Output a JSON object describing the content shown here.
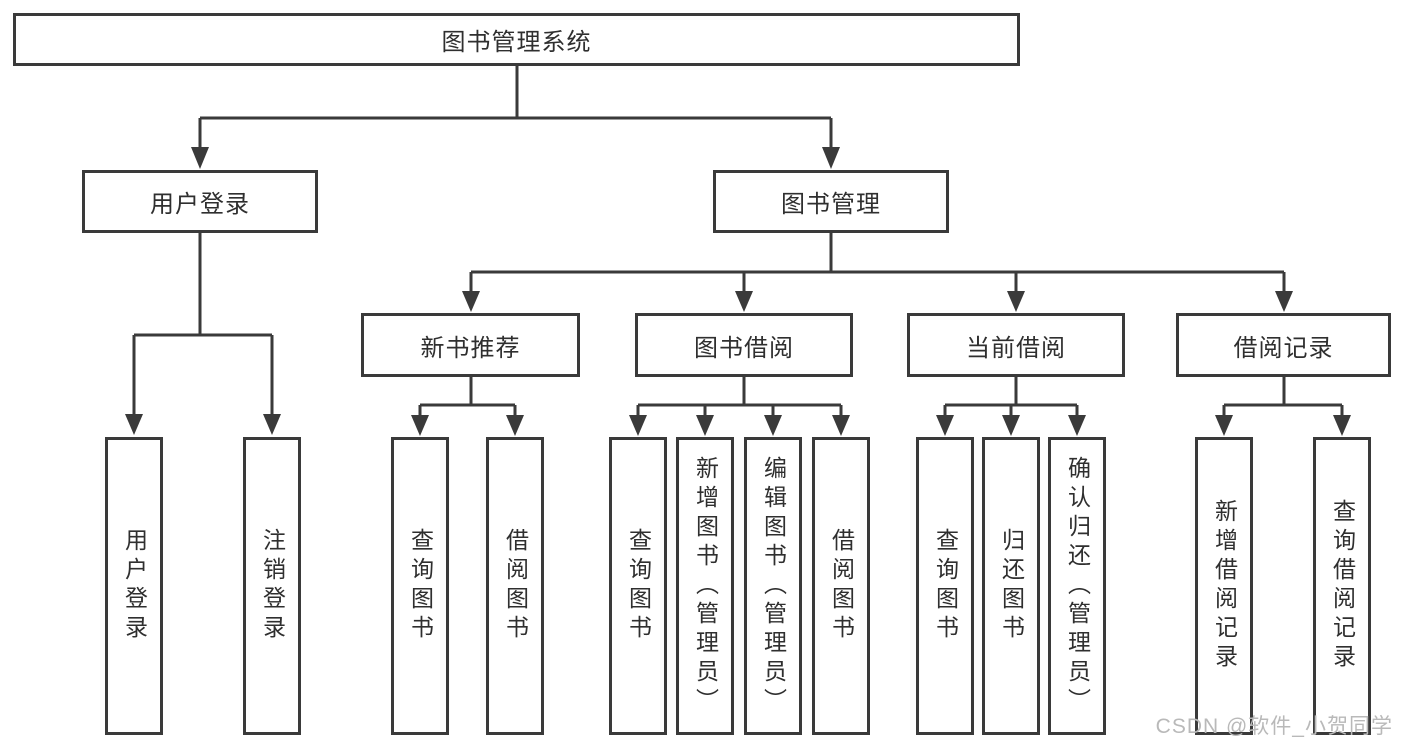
{
  "tree": {
    "label": "图书管理系统",
    "children": [
      {
        "label": "用户登录",
        "children": [
          {
            "label": "用户登录"
          },
          {
            "label": "注销登录"
          }
        ]
      },
      {
        "label": "图书管理",
        "children": [
          {
            "label": "新书推荐",
            "children": [
              {
                "label": "查询图书"
              },
              {
                "label": "借阅图书"
              }
            ]
          },
          {
            "label": "图书借阅",
            "children": [
              {
                "label": "查询图书"
              },
              {
                "label": "新增图书（管理员）"
              },
              {
                "label": "编辑图书（管理员）"
              },
              {
                "label": "借阅图书"
              }
            ]
          },
          {
            "label": "当前借阅",
            "children": [
              {
                "label": "查询图书"
              },
              {
                "label": "归还图书"
              },
              {
                "label": "确认归还（管理员）"
              }
            ]
          },
          {
            "label": "借阅记录",
            "children": [
              {
                "label": "新增借阅记录"
              },
              {
                "label": "查询借阅记录"
              }
            ]
          }
        ]
      }
    ]
  },
  "watermark": "CSDN @软件_小贺同学",
  "colors": {
    "line": "#3a3a3a",
    "text": "#2f2f2f",
    "watermark": "#b9b9b9",
    "background": "#ffffff"
  }
}
